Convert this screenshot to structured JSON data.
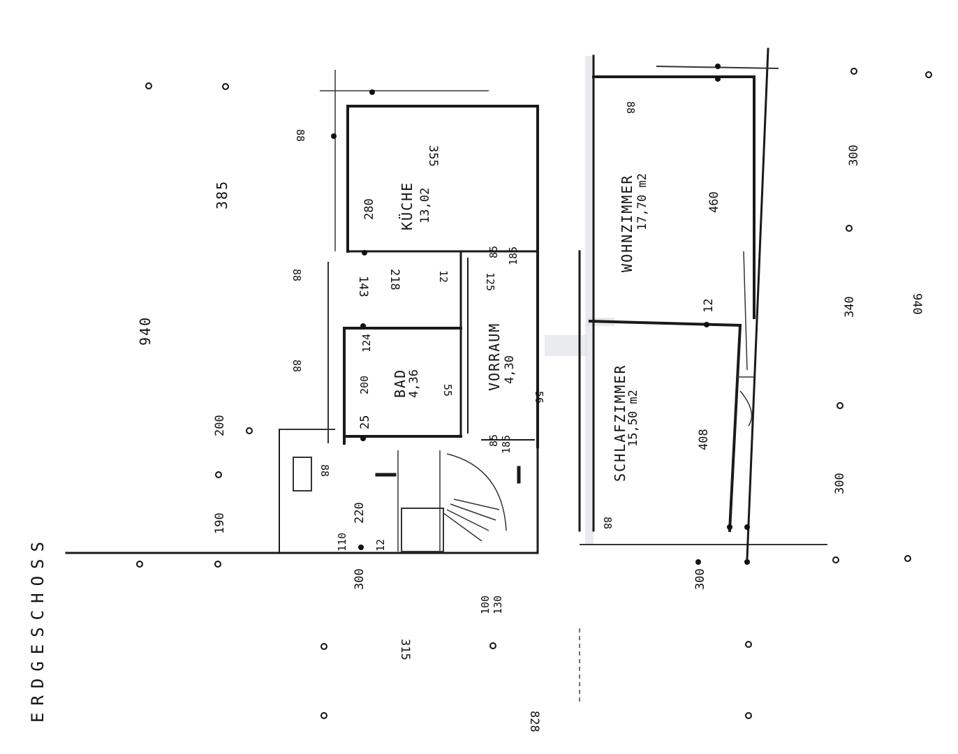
{
  "title": "ERDGESCHOSS",
  "rooms": {
    "kueche": {
      "name": "KÜCHE",
      "area": "13,02"
    },
    "wohnzimmer": {
      "name": "WOHNZIMMER",
      "area": "17,70 m2"
    },
    "bad": {
      "name": "BAD",
      "area": "4,36"
    },
    "vorraum": {
      "name": "VORRAUM",
      "area": "4,30"
    },
    "schlafzimmer": {
      "name": "SCHLAFZIMMER",
      "area": "15,50 m2"
    }
  },
  "dims": {
    "d940_left": "940",
    "d385": "385",
    "d200": "200",
    "d190": "190",
    "d355": "355",
    "d280": "280",
    "d218": "218",
    "d143": "143",
    "d12a": "12",
    "d125": "125",
    "d85a": "85",
    "d185a": "185",
    "d124": "124",
    "d200b": "200",
    "d25": "25",
    "d85b": "85",
    "d185b": "185",
    "d220": "220",
    "d88a": "88",
    "d88b": "88",
    "d88c": "88",
    "d88d": "88",
    "d12b": "12",
    "d300a": "300",
    "d100": "100",
    "d130": "130",
    "d315": "315",
    "d828": "828",
    "d460": "460",
    "d408": "408",
    "d12c": "12",
    "d300b": "300",
    "d300c": "300",
    "d340": "340",
    "d940_right": "940",
    "d300d": "300",
    "d88e": "88",
    "d88f": "88",
    "d110": "110",
    "d55": "55",
    "d56": "56"
  }
}
